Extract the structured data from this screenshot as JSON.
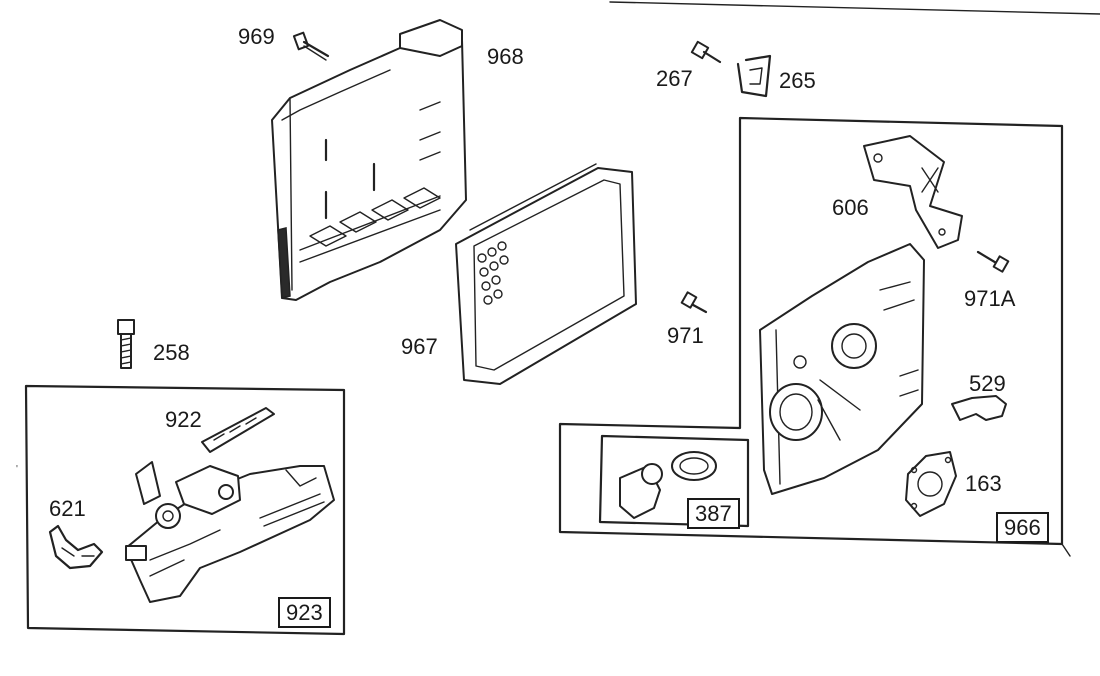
{
  "labels": {
    "p969": "969",
    "p968": "968",
    "p267": "267",
    "p265": "265",
    "p606": "606",
    "p971A": "971A",
    "p971": "971",
    "p967": "967",
    "p258": "258",
    "p922": "922",
    "p621": "621",
    "p529": "529",
    "p163": "163"
  },
  "boxes": {
    "b923": "923",
    "b387": "387",
    "b966": "966"
  }
}
